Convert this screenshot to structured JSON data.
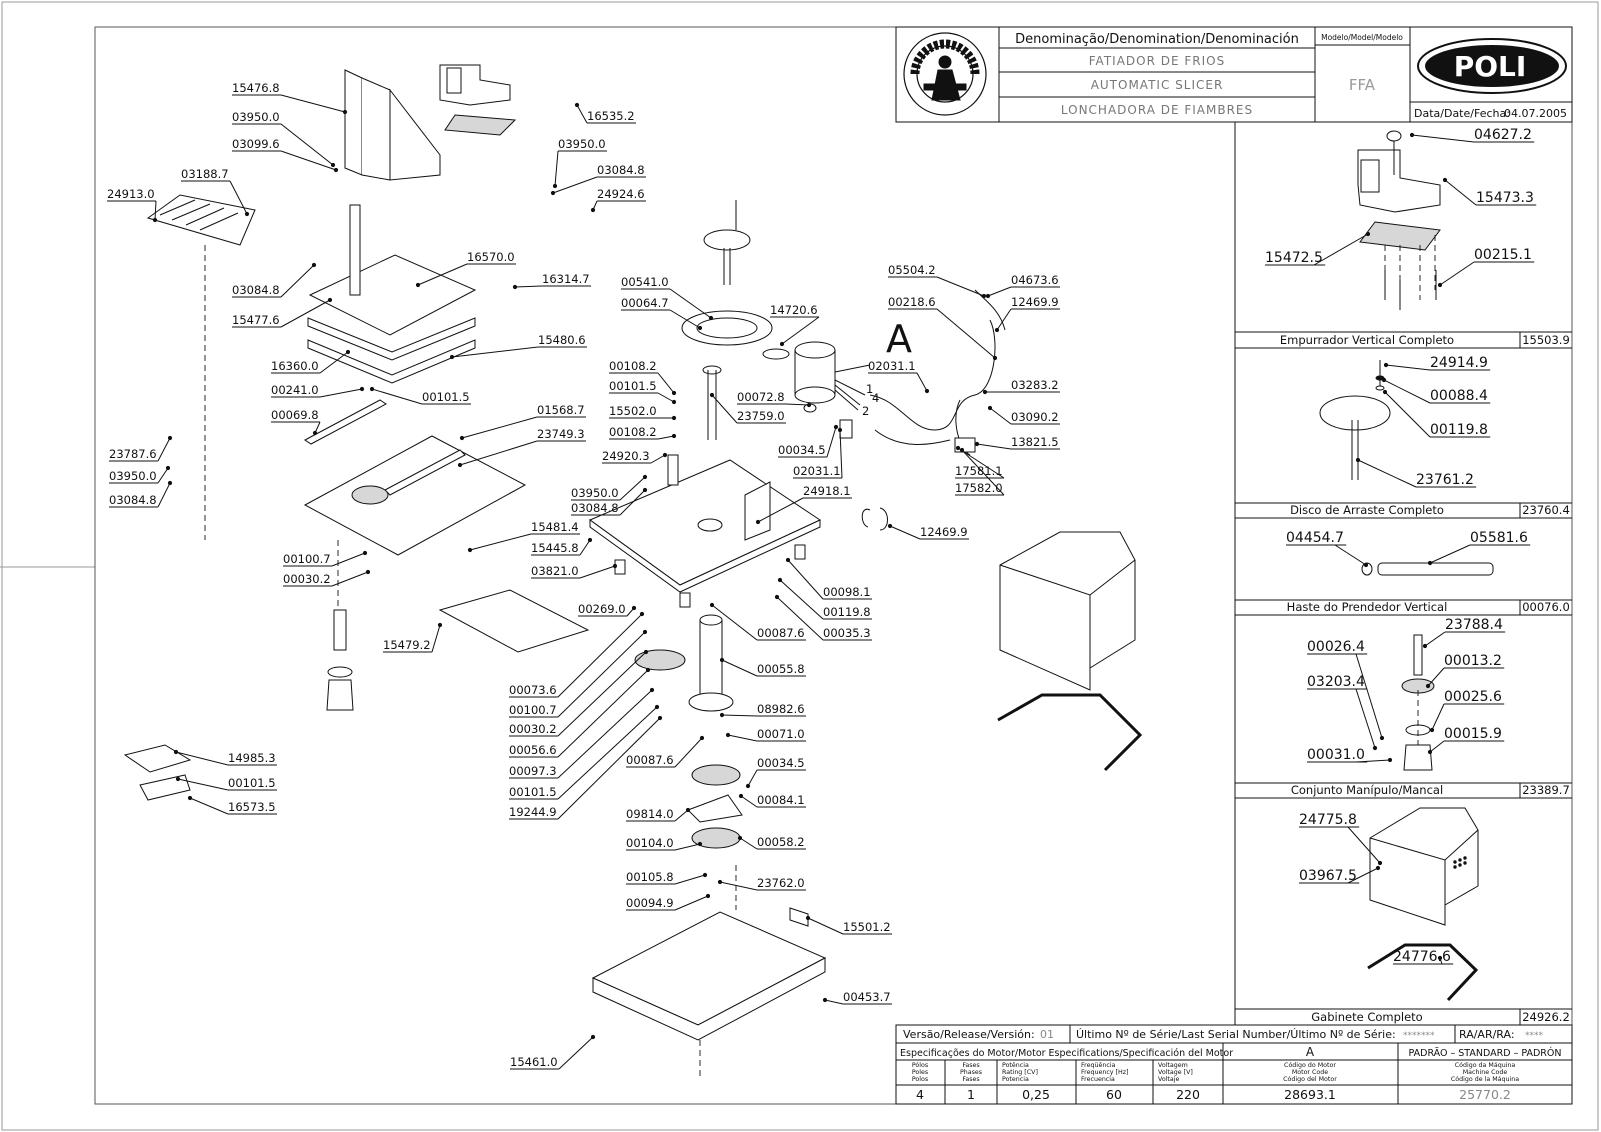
{
  "title_block": {
    "denomination_header": "Denominação/Denomination/Denominación",
    "name_pt": "FATIADOR DE FRIOS",
    "name_en": "AUTOMATIC SLICER",
    "name_es": "LONCHADORA DE FIAMBRES",
    "model_header": "Modelo/Model/Modelo",
    "model": "FFA",
    "date_label": "Data/Date/Fecha:",
    "date": "04.07.2005",
    "logo": "POLI",
    "stamp_text": "ASSISTÊNCIA TÉCNICA AUTORIZADA"
  },
  "diagram_labels": {
    "view_marker": "A",
    "wire_1": "1",
    "wire_2": "2",
    "wire_4": "4"
  },
  "callouts": [
    {
      "id": "c1",
      "text": "15476.8"
    },
    {
      "id": "c2",
      "text": "03950.0"
    },
    {
      "id": "c3",
      "text": "03099.6"
    },
    {
      "id": "c4",
      "text": "03188.7"
    },
    {
      "id": "c5",
      "text": "24913.0"
    },
    {
      "id": "c6",
      "text": "03084.8"
    },
    {
      "id": "c7",
      "text": "16570.0"
    },
    {
      "id": "c8",
      "text": "15477.6"
    },
    {
      "id": "c9",
      "text": "16314.7"
    },
    {
      "id": "c10",
      "text": "15480.6"
    },
    {
      "id": "c11",
      "text": "16360.0"
    },
    {
      "id": "c12",
      "text": "00241.0"
    },
    {
      "id": "c13",
      "text": "00101.5"
    },
    {
      "id": "c14",
      "text": "00069.8"
    },
    {
      "id": "c15",
      "text": "01568.7"
    },
    {
      "id": "c16",
      "text": "23749.3"
    },
    {
      "id": "c17",
      "text": "23787.6"
    },
    {
      "id": "c18",
      "text": "03950.0"
    },
    {
      "id": "c19",
      "text": "03084.8"
    },
    {
      "id": "c20",
      "text": "15481.4"
    },
    {
      "id": "c21",
      "text": "15445.8"
    },
    {
      "id": "c22",
      "text": "00100.7"
    },
    {
      "id": "c23",
      "text": "00030.2"
    },
    {
      "id": "c24",
      "text": "15479.2"
    },
    {
      "id": "c25",
      "text": "14985.3"
    },
    {
      "id": "c26",
      "text": "00101.5"
    },
    {
      "id": "c27",
      "text": "16573.5"
    },
    {
      "id": "c28",
      "text": "16535.2"
    },
    {
      "id": "c29",
      "text": "03950.0"
    },
    {
      "id": "c30",
      "text": "03084.8"
    },
    {
      "id": "c31",
      "text": "24924.6"
    },
    {
      "id": "c32",
      "text": "00541.0"
    },
    {
      "id": "c33",
      "text": "00064.7"
    },
    {
      "id": "c34",
      "text": "00108.2"
    },
    {
      "id": "c35",
      "text": "00101.5"
    },
    {
      "id": "c36",
      "text": "15502.0"
    },
    {
      "id": "c37",
      "text": "00108.2"
    },
    {
      "id": "c38",
      "text": "24920.3"
    },
    {
      "id": "c39",
      "text": "03950.0"
    },
    {
      "id": "c40",
      "text": "03084.8"
    },
    {
      "id": "c41",
      "text": "03821.0"
    },
    {
      "id": "c42",
      "text": "00269.0"
    },
    {
      "id": "c43",
      "text": "00073.6"
    },
    {
      "id": "c44",
      "text": "00100.7"
    },
    {
      "id": "c45",
      "text": "00030.2"
    },
    {
      "id": "c46",
      "text": "00056.6"
    },
    {
      "id": "c47",
      "text": "00097.3"
    },
    {
      "id": "c48",
      "text": "00101.5"
    },
    {
      "id": "c49",
      "text": "19244.9"
    },
    {
      "id": "c50",
      "text": "14720.6"
    },
    {
      "id": "c51",
      "text": "00072.8"
    },
    {
      "id": "c52",
      "text": "23759.0"
    },
    {
      "id": "c53",
      "text": "00034.5"
    },
    {
      "id": "c54",
      "text": "02031.1"
    },
    {
      "id": "c55",
      "text": "24918.1"
    },
    {
      "id": "c56",
      "text": "00098.1"
    },
    {
      "id": "c57",
      "text": "00119.8"
    },
    {
      "id": "c58",
      "text": "00035.3"
    },
    {
      "id": "c59",
      "text": "00087.6"
    },
    {
      "id": "c60",
      "text": "00055.8"
    },
    {
      "id": "c61",
      "text": "08982.6"
    },
    {
      "id": "c62",
      "text": "00071.0"
    },
    {
      "id": "c63",
      "text": "00087.6"
    },
    {
      "id": "c64",
      "text": "00034.5"
    },
    {
      "id": "c65",
      "text": "09814.0"
    },
    {
      "id": "c66",
      "text": "00084.1"
    },
    {
      "id": "c67",
      "text": "00104.0"
    },
    {
      "id": "c68",
      "text": "00058.2"
    },
    {
      "id": "c69",
      "text": "00105.8"
    },
    {
      "id": "c70",
      "text": "23762.0"
    },
    {
      "id": "c71",
      "text": "00094.9"
    },
    {
      "id": "c72",
      "text": "15501.2"
    },
    {
      "id": "c73",
      "text": "00453.7"
    },
    {
      "id": "c74",
      "text": "15461.0"
    },
    {
      "id": "c75",
      "text": "05504.2"
    },
    {
      "id": "c76",
      "text": "04673.6"
    },
    {
      "id": "c77",
      "text": "00218.6"
    },
    {
      "id": "c78",
      "text": "12469.9"
    },
    {
      "id": "c79",
      "text": "02031.1"
    },
    {
      "id": "c80",
      "text": "03283.2"
    },
    {
      "id": "c81",
      "text": "03090.2"
    },
    {
      "id": "c82",
      "text": "13821.5"
    },
    {
      "id": "c83",
      "text": "17581.1"
    },
    {
      "id": "c84",
      "text": "17582.0"
    },
    {
      "id": "c85",
      "text": "12469.9"
    }
  ],
  "panels": [
    {
      "name": "Empurrador Vertical Completo",
      "code": "15503.9",
      "callouts": [
        "04627.2",
        "15473.3",
        "15472.5",
        "00215.1"
      ]
    },
    {
      "name": "Disco de Arraste Completo",
      "code": "23760.4",
      "callouts": [
        "24914.9",
        "00088.4",
        "00119.8",
        "23761.2"
      ]
    },
    {
      "name": "Haste do Prendedor Vertical",
      "code": "00076.0",
      "callouts": [
        "04454.7",
        "05581.6"
      ]
    },
    {
      "name": "Conjunto Manípulo/Mancal",
      "code": "23389.7",
      "callouts": [
        "23788.4",
        "00026.4",
        "00013.2",
        "03203.4",
        "00025.6",
        "00015.9",
        "00031.0"
      ]
    },
    {
      "name": "Gabinete Completo",
      "code": "24926.2",
      "callouts": [
        "24775.8",
        "03967.5",
        "24776.6"
      ]
    }
  ],
  "spec_table": {
    "version_label": "Versão/Release/Versión:",
    "version": "01",
    "serial_label": "Último Nº de Série/Last Serial Number/Último Nº de Série:",
    "serial": "*******",
    "ra_label": "RA/AR/RA:",
    "ra": "****",
    "motor_spec_label": "Especificações do Motor/Motor Especifications/Specificación del Motor",
    "motor_letter": "A",
    "standard": "PADRÃO – STANDARD – PADRÓN",
    "headers": [
      {
        "pt": "Pólos",
        "en": "Poles",
        "es": "Polos"
      },
      {
        "pt": "Fases",
        "en": "Phases",
        "es": "Fases"
      },
      {
        "pt": "Potência",
        "en": "Rating [CV]",
        "es": "Potencia"
      },
      {
        "pt": "Freqüência",
        "en": "Frequency [Hz]",
        "es": "Frecuencia"
      },
      {
        "pt": "Voltagem",
        "en": "Voltage [V]",
        "es": "Voltaje"
      },
      {
        "pt": "Código do Motor",
        "en": "Motor Code",
        "es": "Código del Motor"
      },
      {
        "pt": "Código da Máquina",
        "en": "Machine Code",
        "es": "Código de la Máquina"
      }
    ],
    "values": [
      "4",
      "1",
      "0,25",
      "60",
      "220",
      "28693.1",
      "25770.2"
    ]
  }
}
